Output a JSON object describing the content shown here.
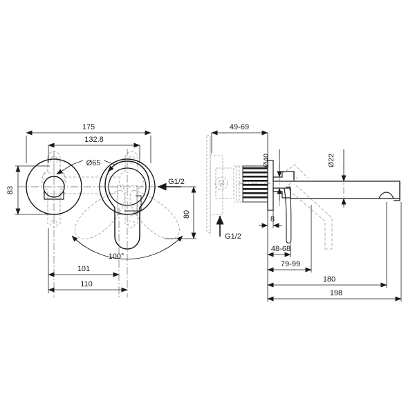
{
  "drawing": {
    "type": "technical-line-drawing",
    "subject": "wall-mounted single-lever basin mixer tap",
    "background_color": "#ffffff",
    "line_color": "#1a1a1a",
    "hidden_line_color": "#9a9a9a",
    "views": [
      {
        "id": "front-view",
        "label": "front elevation (left)"
      },
      {
        "id": "side-view",
        "label": "side section (right)"
      }
    ]
  },
  "front_view": {
    "dimensions": {
      "overall_width": "175",
      "center_to_center": "132.8",
      "escutcheon_diameter": "Ø65",
      "escutcheon_height": "83",
      "projection_80": "80",
      "lever_swing_angle": "100°",
      "handle_offset_101": "101",
      "handle_offset_110": "110"
    },
    "callouts": {
      "inlet_thread": "G1/2"
    }
  },
  "side_view": {
    "dimensions": {
      "wall_depth_range": "49-69",
      "inlet_boss_diameter": "Ø40",
      "spout_tube_diameter": "Ø22",
      "plate_thickness": "8",
      "lever_reach_range": "48-68",
      "body_depth_range": "79-99",
      "spout_length_180": "180",
      "overall_length_198": "198"
    },
    "callouts": {
      "inlet_thread": "G1/2"
    }
  }
}
